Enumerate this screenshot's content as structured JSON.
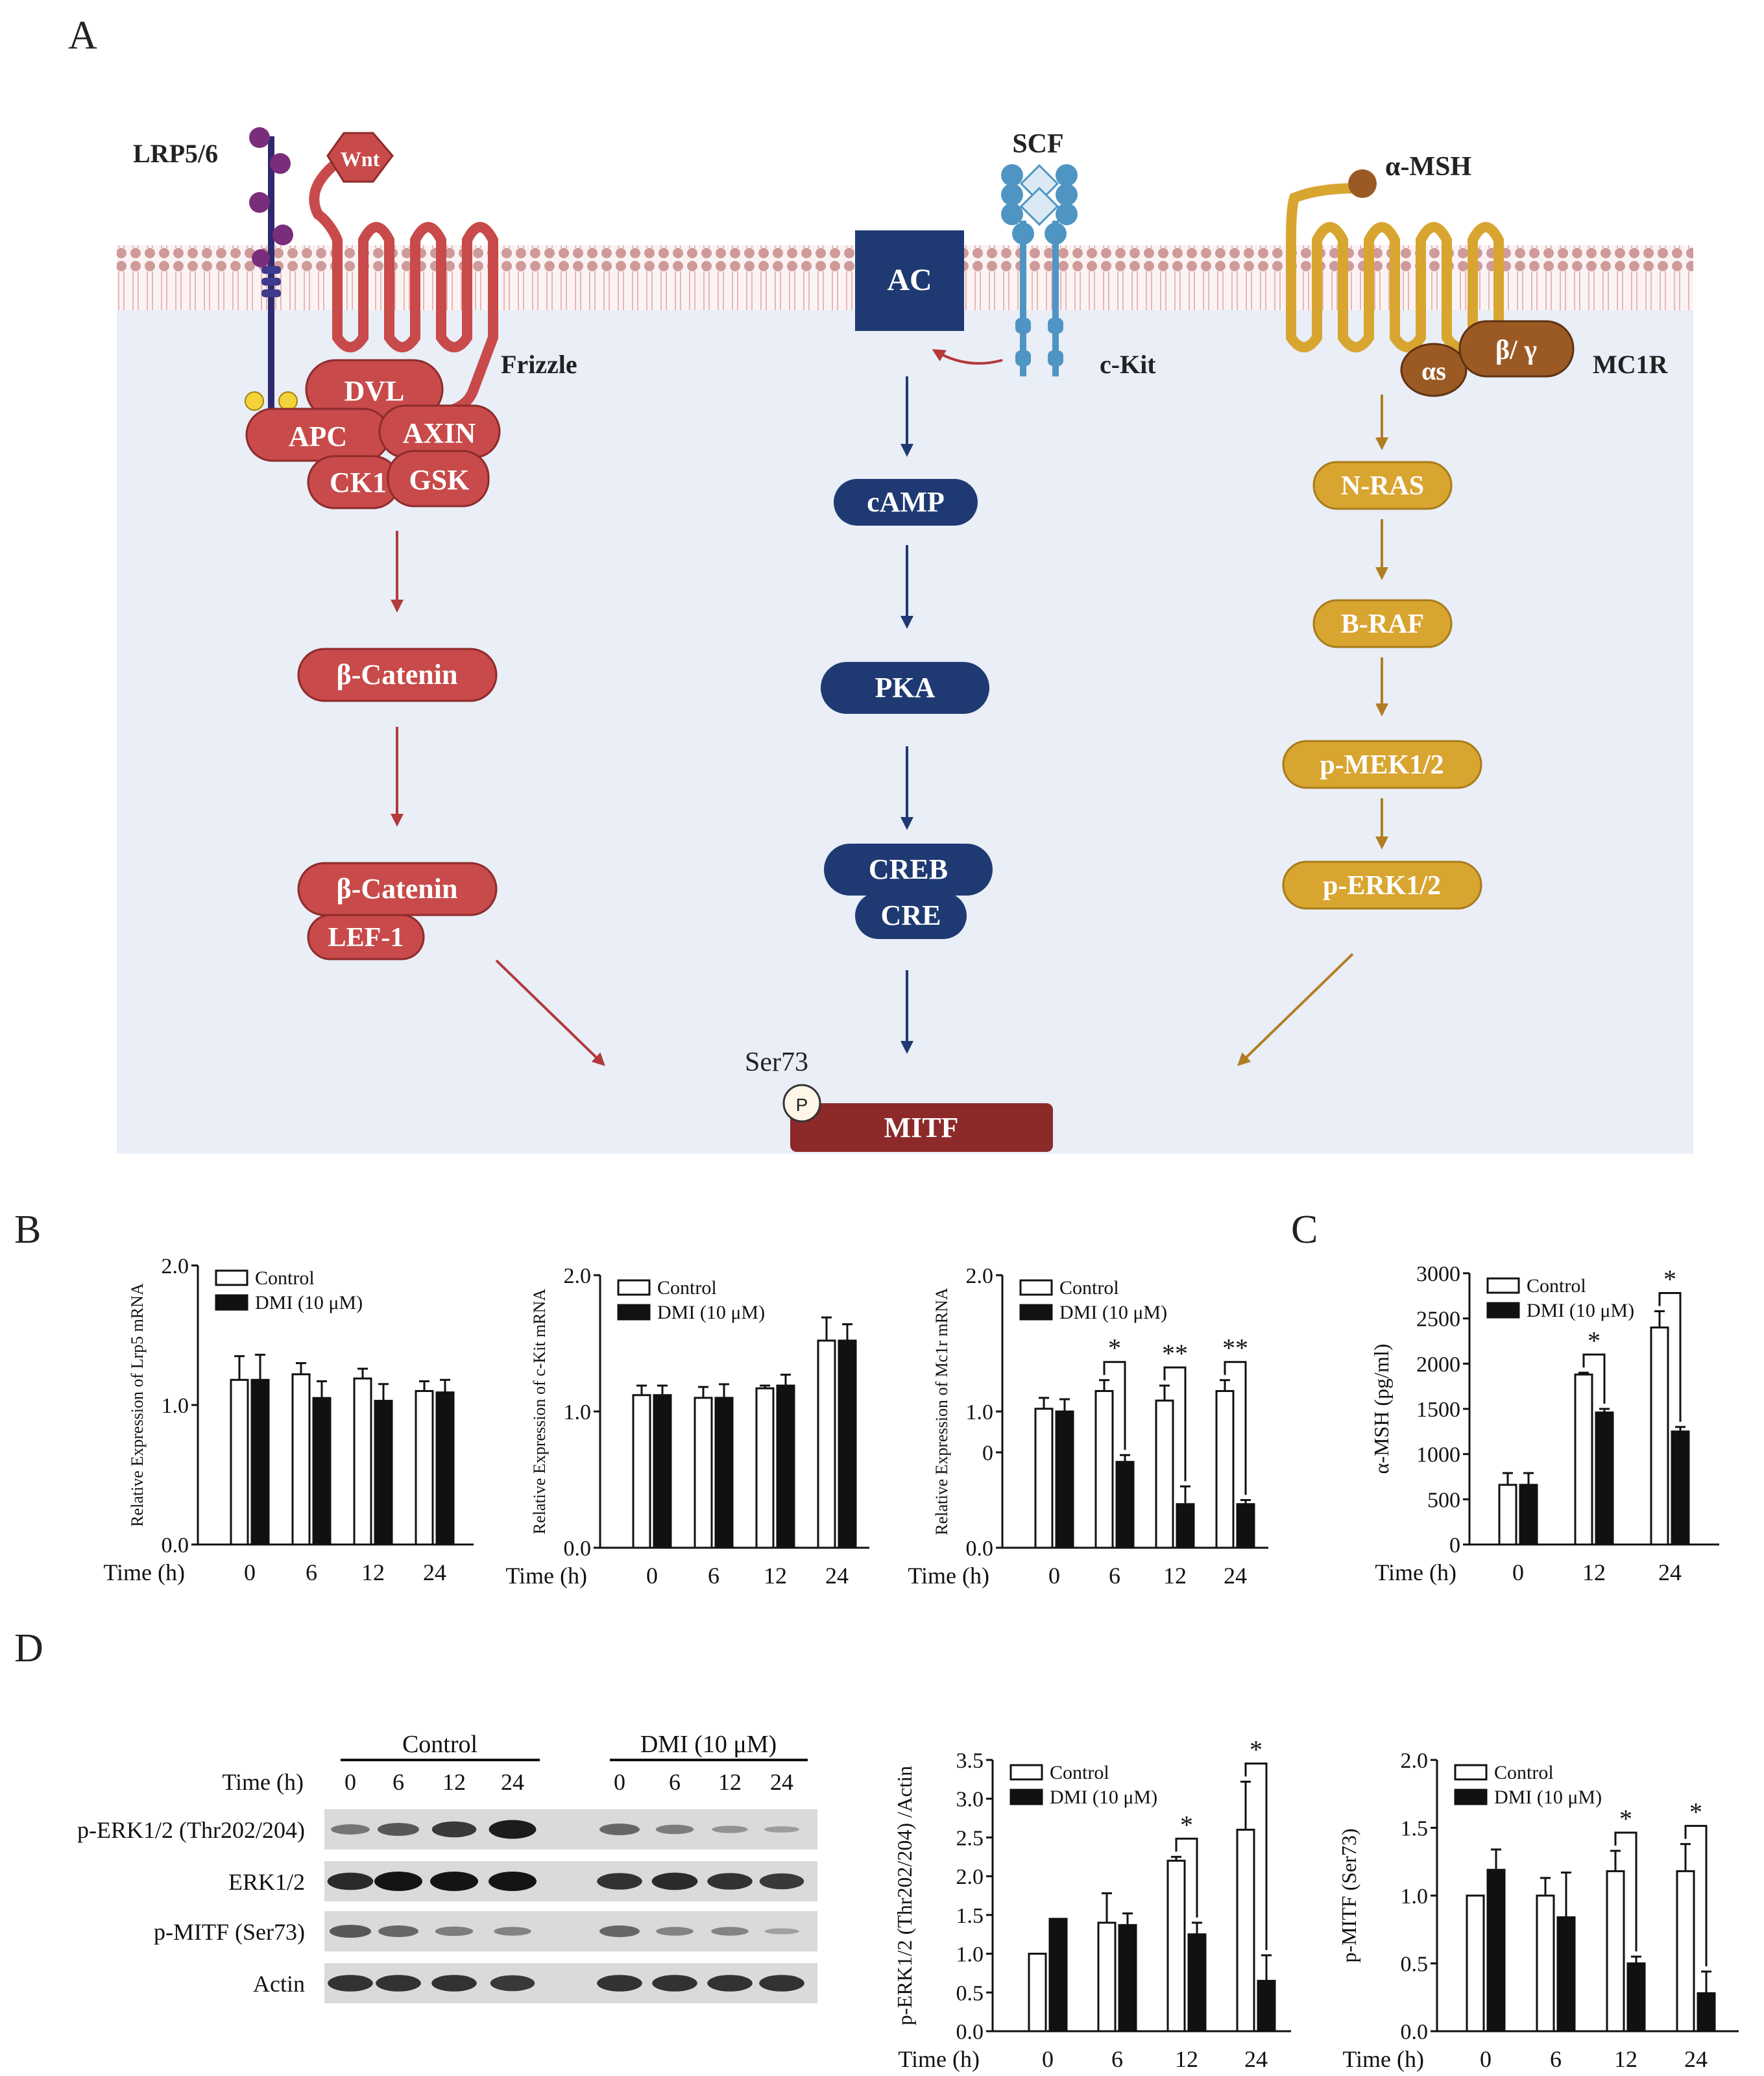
{
  "panels": {
    "A": "A",
    "B": "B",
    "C": "C",
    "D": "D"
  },
  "colors": {
    "membrane_bg": "#e9eef7",
    "wnt_red": "#c84a4a",
    "camp_navy": "#1f3a73",
    "mapk_gold": "#d9a531",
    "mitf_maroon": "#8c2a2a",
    "g_brown": "#9b5a24",
    "kit_blue": "#4f95c4"
  },
  "pathway": {
    "receptors": {
      "lrp": "LRP5/6",
      "wnt": "Wnt",
      "frizzle": "Frizzle",
      "scf": "SCF",
      "ac": "AC",
      "ckit": "c-Kit",
      "amsh": "α-MSH",
      "mc1r": "MC1R",
      "g_alpha": "αs",
      "g_beta": "β/ γ",
      "p_dot": "P"
    },
    "wnt_nodes": [
      "DVL",
      "APC",
      "AXIN",
      "CK1",
      "GSK",
      "β-Catenin",
      "β-Catenin",
      "LEF-1"
    ],
    "camp_nodes": [
      "cAMP",
      "PKA",
      "CREB",
      "CRE"
    ],
    "mapk_nodes": [
      "N-RAS",
      "B-RAF",
      "p-MEK1/2",
      "p-ERK1/2"
    ],
    "mitf": {
      "label": "MITF",
      "site": "Ser73",
      "p": "P"
    }
  },
  "blot": {
    "group_control": "Control",
    "group_dmi": "DMI (10 μM)",
    "time_label": "Time (h)",
    "times": [
      "0",
      "6",
      "12",
      "24"
    ],
    "rows": [
      "p-ERK1/2 (Thr202/204)",
      "ERK1/2",
      "p-MITF (Ser73)",
      "Actin"
    ],
    "intensity": [
      [
        0.35,
        0.55,
        0.75,
        0.95,
        0.45,
        0.3,
        0.15,
        0.08
      ],
      [
        0.85,
        1.0,
        1.0,
        1.0,
        0.8,
        0.85,
        0.8,
        0.75
      ],
      [
        0.55,
        0.45,
        0.3,
        0.25,
        0.45,
        0.25,
        0.25,
        0.05
      ],
      [
        0.8,
        0.8,
        0.8,
        0.75,
        0.8,
        0.8,
        0.8,
        0.8
      ]
    ]
  },
  "chart_data": [
    {
      "type": "bar",
      "id": "B1",
      "categories": [
        "0",
        "6",
        "12",
        "24"
      ],
      "series": [
        {
          "name": "Control",
          "values": [
            1.18,
            1.22,
            1.19,
            1.1
          ],
          "err": [
            0.17,
            0.08,
            0.07,
            0.07
          ]
        },
        {
          "name": "DMI (10 μM)",
          "values": [
            1.18,
            1.05,
            1.03,
            1.09
          ],
          "err": [
            0.18,
            0.12,
            0.12,
            0.09
          ]
        }
      ],
      "xlabel": "Time (h)",
      "ylabel": "Relative Expression of Lrp5 mRNA",
      "ylim": [
        0,
        2.0
      ],
      "yticks": [
        "0.0",
        "1.0",
        "2.0"
      ],
      "ytick_values": [
        0,
        1,
        2
      ],
      "legend": "top-left"
    },
    {
      "type": "bar",
      "id": "B2",
      "categories": [
        "0",
        "6",
        "12",
        "24"
      ],
      "series": [
        {
          "name": "Control",
          "values": [
            1.12,
            1.1,
            1.17,
            1.52
          ],
          "err": [
            0.07,
            0.08,
            0.02,
            0.17
          ]
        },
        {
          "name": "DMI (10 μM)",
          "values": [
            1.12,
            1.1,
            1.19,
            1.52
          ],
          "err": [
            0.07,
            0.1,
            0.08,
            0.12
          ]
        }
      ],
      "xlabel": "Time (h)",
      "ylabel": "Relative Expression of c-Kit mRNA",
      "ylim": [
        0,
        2.0
      ],
      "yticks": [
        "0.0",
        "1.0",
        "2.0"
      ],
      "ytick_values": [
        0,
        1,
        2
      ],
      "legend": "top-left"
    },
    {
      "type": "bar",
      "id": "B3",
      "categories": [
        "0",
        "6",
        "12",
        "24"
      ],
      "series": [
        {
          "name": "Control",
          "values": [
            1.02,
            1.15,
            1.08,
            1.15
          ],
          "err": [
            0.08,
            0.08,
            0.11,
            0.08
          ]
        },
        {
          "name": "DMI (10 μM)",
          "values": [
            1.0,
            0.63,
            0.32,
            0.32
          ],
          "err": [
            0.09,
            0.05,
            0.13,
            0.03
          ]
        }
      ],
      "significance": [
        {
          "category": "6",
          "text": "*"
        },
        {
          "category": "12",
          "text": "**"
        },
        {
          "category": "24",
          "text": "**"
        }
      ],
      "xlabel": "Time (h)",
      "ylabel": "Relative Expression of Mc1r mRNA",
      "ylim": [
        0,
        2.0
      ],
      "yticks": [
        "0.0",
        "0",
        "1.0",
        "2.0"
      ],
      "ytick_values": [
        0,
        0.7,
        1,
        2
      ],
      "legend": "top-left"
    },
    {
      "type": "bar",
      "id": "C",
      "categories": [
        "0",
        "12",
        "24"
      ],
      "series": [
        {
          "name": "Control",
          "values": [
            660,
            1880,
            2400
          ],
          "err": [
            130,
            20,
            180
          ]
        },
        {
          "name": "DMI (10 μM)",
          "values": [
            660,
            1460,
            1250
          ],
          "err": [
            130,
            40,
            50
          ]
        }
      ],
      "significance": [
        {
          "category": "12",
          "text": "*"
        },
        {
          "category": "24",
          "text": "*"
        }
      ],
      "xlabel": "Time (h)",
      "ylabel": "α-MSH (pg/ml)",
      "ylim": [
        0,
        3000
      ],
      "yticks": [
        "0",
        "500",
        "1000",
        "1500",
        "2000",
        "2500",
        "3000"
      ],
      "ytick_values": [
        0,
        500,
        1000,
        1500,
        2000,
        2500,
        3000
      ],
      "legend": "top-left"
    },
    {
      "type": "bar",
      "id": "D1",
      "categories": [
        "0",
        "6",
        "12",
        "24"
      ],
      "series": [
        {
          "name": "Control",
          "values": [
            1.0,
            1.4,
            2.2,
            2.6
          ],
          "err": [
            0.0,
            0.38,
            0.05,
            0.62
          ]
        },
        {
          "name": "DMI (10 μM)",
          "values": [
            1.45,
            1.37,
            1.25,
            0.65
          ],
          "err": [
            0.0,
            0.15,
            0.15,
            0.33
          ]
        }
      ],
      "significance": [
        {
          "category": "12",
          "text": "*"
        },
        {
          "category": "24",
          "text": "*"
        }
      ],
      "xlabel": "Time (h)",
      "ylabel": "p-ERK1/2 (Thr202/204) /Actin",
      "ylim": [
        0,
        3.5
      ],
      "yticks": [
        "0.0",
        "0.5",
        "1.0",
        "1.5",
        "2.0",
        "2.5",
        "3.0",
        "3.5"
      ],
      "ytick_values": [
        0,
        0.5,
        1,
        1.5,
        2,
        2.5,
        3,
        3.5
      ],
      "legend": "top-left"
    },
    {
      "type": "bar",
      "id": "D2",
      "categories": [
        "0",
        "6",
        "12",
        "24"
      ],
      "series": [
        {
          "name": "Control",
          "values": [
            1.0,
            1.0,
            1.18,
            1.18
          ],
          "err": [
            0.0,
            0.13,
            0.15,
            0.2
          ]
        },
        {
          "name": "DMI (10 μM)",
          "values": [
            1.19,
            0.84,
            0.5,
            0.28
          ],
          "err": [
            0.15,
            0.33,
            0.05,
            0.16
          ]
        }
      ],
      "significance": [
        {
          "category": "12",
          "text": "*"
        },
        {
          "category": "24",
          "text": "*"
        }
      ],
      "xlabel": "Time (h)",
      "ylabel": "p-MITF (Ser73)",
      "ylim": [
        0,
        2.0
      ],
      "yticks": [
        "0.0",
        "0.5",
        "1.0",
        "1.5",
        "2.0"
      ],
      "ytick_values": [
        0,
        0.5,
        1,
        1.5,
        2
      ],
      "legend": "top-left"
    }
  ]
}
